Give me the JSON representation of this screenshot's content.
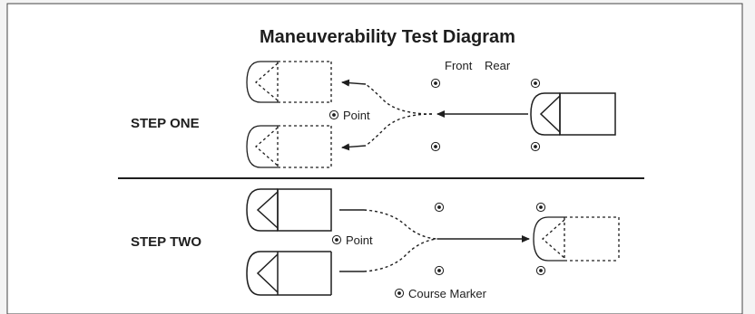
{
  "title": "Maneuverability Test Diagram",
  "step_one_label": "STEP ONE",
  "step_two_label": "STEP TWO",
  "front_label": "Front",
  "rear_label": "Rear",
  "point_label_one": "Point",
  "point_label_two": "Point",
  "legend_label": "Course Marker",
  "colors": {
    "ink": "#1e1e1e",
    "background": "#f4f4f4",
    "panel": "#ffffff"
  }
}
